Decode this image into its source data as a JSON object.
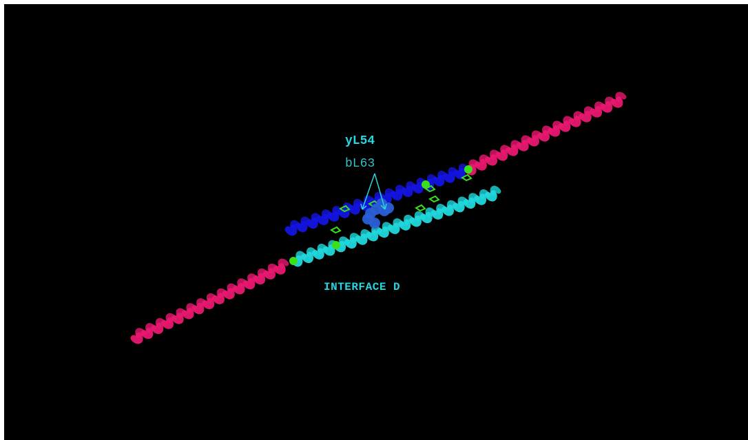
{
  "labels": {
    "residue_primary": "yL54",
    "residue_secondary": "bL63",
    "interface": "INTERFACE D"
  },
  "colors": {
    "background": "#000000",
    "helix_outer": "#e8186f",
    "helix_blue": "#1414e0",
    "helix_cyan": "#20d8dc",
    "sidechain": "#39e01b",
    "sphere": "#2a5fd6",
    "label_text": "#26d7df",
    "label_dim": "#37bfc4"
  }
}
